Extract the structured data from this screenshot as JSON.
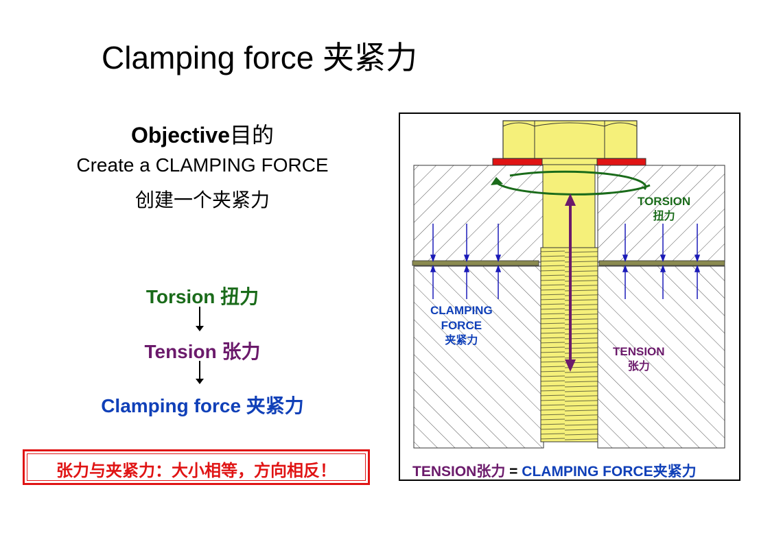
{
  "title": "Clamping force 夹紧力",
  "objective": {
    "heading_en": "Objective",
    "heading_cn": "目的",
    "line_en": "Create a CLAMPING FORCE",
    "line_cn": "创建一个夹紧力"
  },
  "flow": {
    "torsion": "Torsion 扭力",
    "tension": "Tension 张力",
    "clamping": "Clamping force 夹紧力"
  },
  "note": "张力与夹紧力：大小相等，方向相反！",
  "diagram": {
    "torsion_en": "TORSION",
    "torsion_cn": "扭力",
    "clamping_en_1": "CLAMPING",
    "clamping_en_2": "FORCE",
    "clamping_cn": "夹紧力",
    "tension_en": "TENSION",
    "tension_cn": "张力",
    "eq_tension": "TENSION张力",
    "eq_sign": " = ",
    "eq_clamping": "CLAMPING FORCE夹紧力"
  },
  "colors": {
    "torsion": "#1a6b1a",
    "tension": "#6b1a6b",
    "clamping": "#1040b8",
    "note": "#e01414",
    "bolt": "#f5f07a",
    "washer": "#e01414"
  }
}
